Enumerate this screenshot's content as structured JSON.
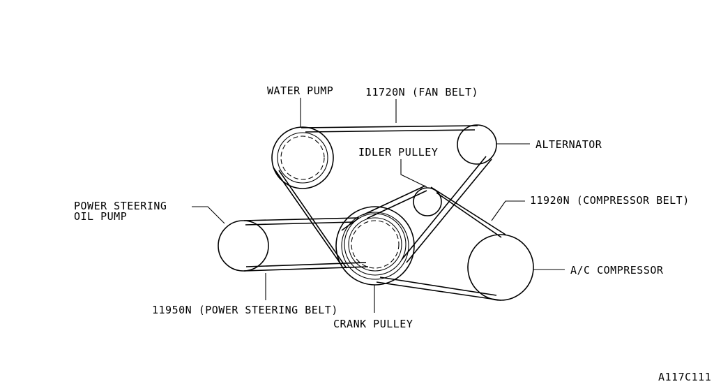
{
  "diagram": {
    "labels": {
      "water_pump": "WATER PUMP",
      "fan_belt": "11720N (FAN BELT)",
      "alternator": "ALTERNATOR",
      "idler_pulley": "IDLER PULLEY",
      "compressor_belt": "11920N (COMPRESSOR BELT)",
      "power_steering_line1": "POWER STEERING",
      "power_steering_line2": "OIL PUMP",
      "ac_compressor": "A/C COMPRESSOR",
      "power_steering_belt": "11950N (POWER STEERING BELT)",
      "crank_pulley": "CRANK PULLEY"
    },
    "figure_code": "A117C111"
  }
}
